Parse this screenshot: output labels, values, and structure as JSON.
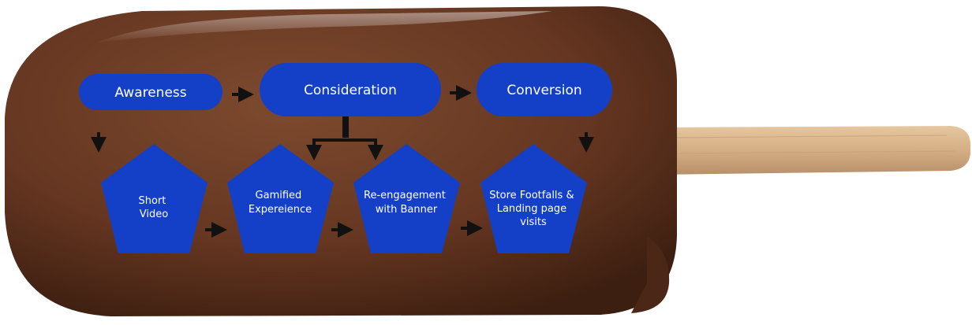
{
  "colors": {
    "chocolate": "#6a3a22",
    "chocolate_dark": "#3e2012",
    "box_fill": "#1440c8",
    "stick": "#d9b58c",
    "arrow": "#111111",
    "text": "#ffffff"
  },
  "stages": {
    "awareness": "Awareness",
    "consideration": "Consideration",
    "conversion": "Conversion"
  },
  "steps": {
    "short_video": [
      "Short",
      "Video"
    ],
    "gamified": [
      "Gamified",
      "Expereience"
    ],
    "reengagement": [
      "Re-engagement",
      "with Banner"
    ],
    "store_footfalls": [
      "Store Footfalls &",
      "Landing page",
      "visits"
    ]
  }
}
